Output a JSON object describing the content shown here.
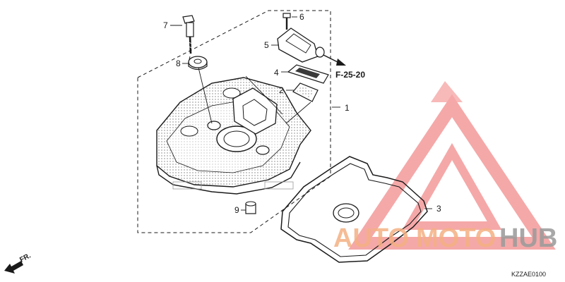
{
  "callouts": [
    {
      "id": "1",
      "label": "1"
    },
    {
      "id": "2",
      "label": "2"
    },
    {
      "id": "3",
      "label": "3"
    },
    {
      "id": "4",
      "label": "4"
    },
    {
      "id": "5",
      "label": "5"
    },
    {
      "id": "6",
      "label": "6"
    },
    {
      "id": "7",
      "label": "7"
    },
    {
      "id": "8",
      "label": "8"
    },
    {
      "id": "9",
      "label": "9"
    }
  ],
  "reference": "F-25-20",
  "front_label": "FR.",
  "diagram_code": "KZZAE0100",
  "watermark": {
    "part1": "AUTO",
    "part2": "MOTO",
    "part3": "HUB",
    "colors": {
      "triangle": "#f28b8b",
      "accent": "#f4b183",
      "gray": "#9a9a9a"
    }
  },
  "colors": {
    "line": "#1a1a1a",
    "stipple": "#8a8a8a"
  }
}
